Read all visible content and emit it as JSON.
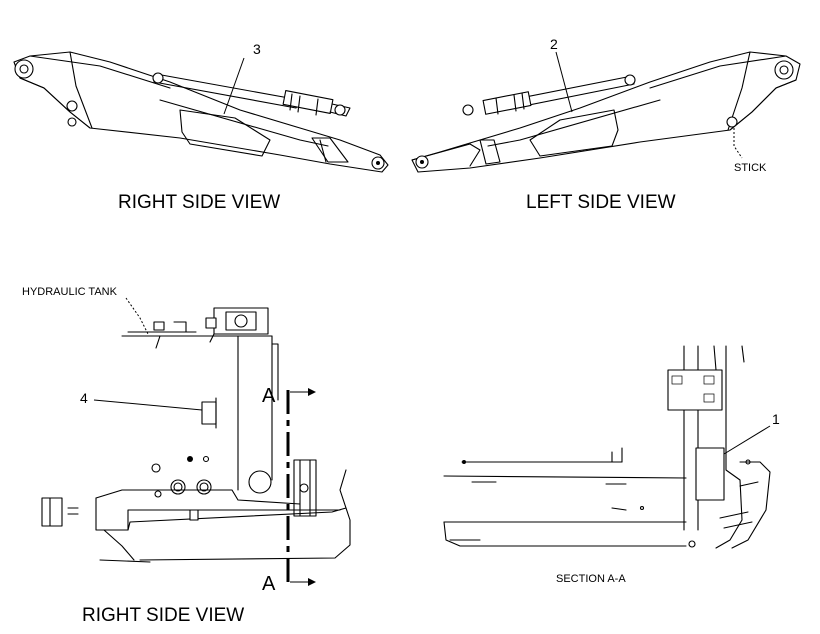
{
  "views": {
    "top_left_caption": "RIGHT SIDE VIEW",
    "top_right_caption": "LEFT SIDE VIEW",
    "bottom_left_caption": "RIGHT SIDE VIEW",
    "bottom_right_caption": "SECTION A-A"
  },
  "labels": {
    "stick": "STICK",
    "hydraulic_tank": "HYDRAULIC TANK",
    "section_marker_top": "A",
    "section_marker_bottom": "A"
  },
  "callouts": {
    "c1": "1",
    "c2": "2",
    "c3": "3",
    "c4": "4"
  }
}
